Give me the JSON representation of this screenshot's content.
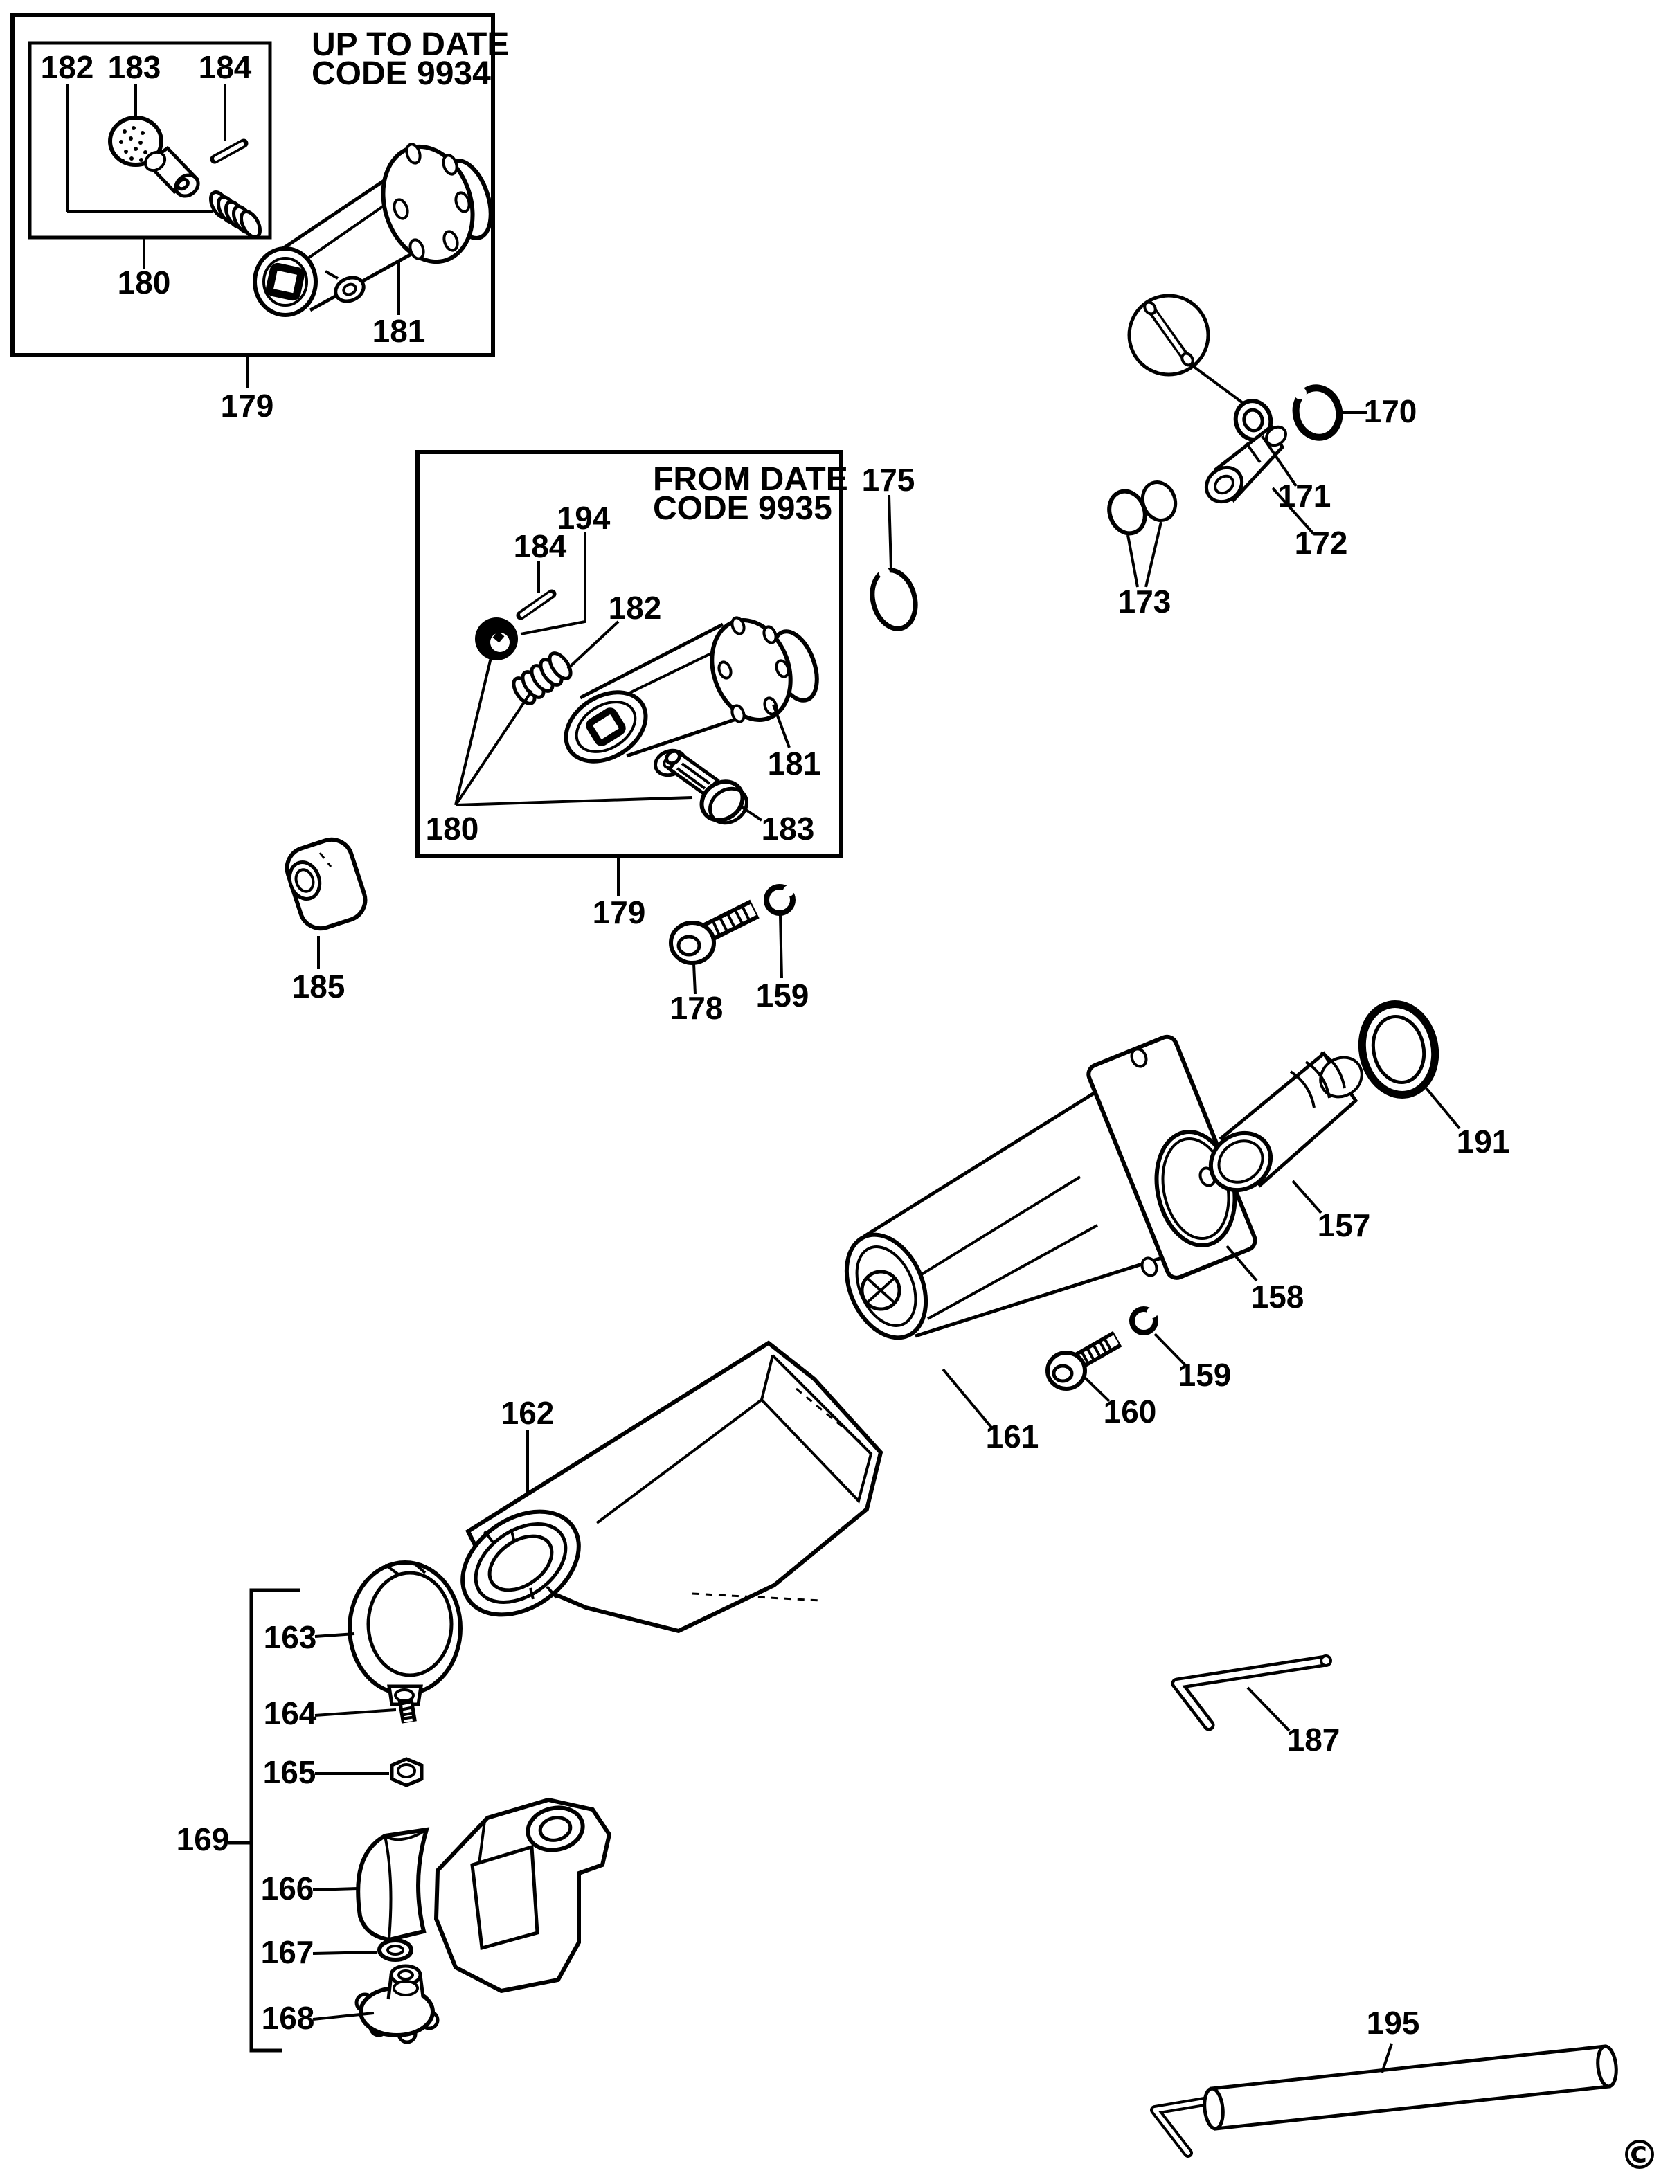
{
  "page": {
    "paper_color": "#ffffff",
    "ink_color": "#000000"
  },
  "boxes": {
    "early": {
      "title_line1": "UP TO DATE",
      "title_line2": "CODE 9934"
    },
    "late": {
      "title_line1": "FROM DATE",
      "title_line2": "CODE 9935"
    }
  },
  "labels": {
    "l182a": "182",
    "l183a": "183",
    "l184a": "184",
    "l180a": "180",
    "l181a": "181",
    "l179a": "179",
    "l194": "194",
    "l184b": "184",
    "l182b": "182",
    "l181b": "181",
    "l180b": "180",
    "l183b": "183",
    "l179b": "179",
    "l175": "175",
    "l170": "170",
    "l171": "171",
    "l172": "172",
    "l173": "173",
    "l185": "185",
    "l178": "178",
    "l159a": "159",
    "l191": "191",
    "l157": "157",
    "l158": "158",
    "l161": "161",
    "l160": "160",
    "l159b": "159",
    "l162": "162",
    "l163": "163",
    "l164": "164",
    "l165": "165",
    "l166": "166",
    "l167": "167",
    "l168": "168",
    "l169": "169",
    "l187": "187",
    "l195": "195"
  },
  "copyright": "©"
}
